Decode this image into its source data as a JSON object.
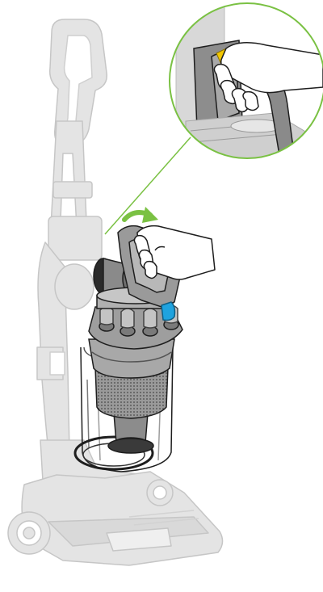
{
  "figure": {
    "colors": {
      "background": "#ffffff",
      "ghost_fill": "#e4e4e4",
      "ghost_stroke": "#c8c8c8",
      "part_dark": "#7f7f7f",
      "part_mid": "#a3a3a3",
      "part_light": "#c9c9c9",
      "outline": "#1e1e1e",
      "callout_green": "#7ac143",
      "release_button_blue": "#1fa3df",
      "catch_yellow": "#f2c700",
      "hand_fill": "#ffffff"
    },
    "icons": {
      "rotate_arrow": "curved-arrow",
      "release_button": "release-button",
      "detail_callout": "magnifier-circle"
    }
  }
}
